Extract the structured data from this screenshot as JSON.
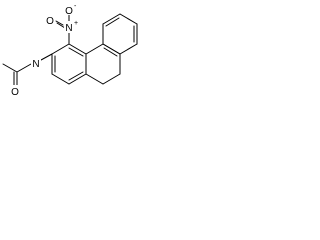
{
  "molecule": {
    "atoms": {
      "nitro_n": {
        "symbol": "N",
        "charge": "+"
      },
      "nitro_o_top": {
        "symbol": "O",
        "charge": "-"
      },
      "nitro_o_left": {
        "symbol": "O"
      },
      "amide_n": {
        "symbol": "N"
      },
      "amide_o": {
        "symbol": "O"
      }
    },
    "colors": {
      "bond": "#000000",
      "background": "#ffffff",
      "text": "#000000"
    }
  }
}
